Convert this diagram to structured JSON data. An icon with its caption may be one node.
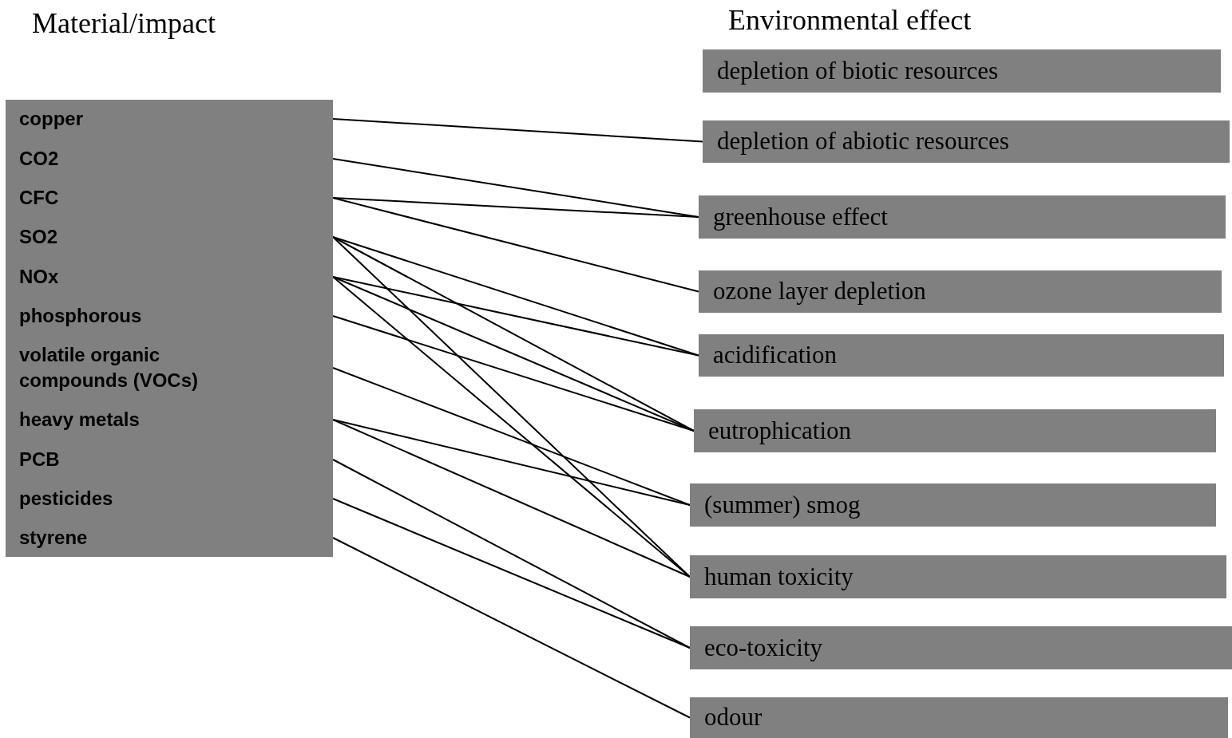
{
  "diagram": {
    "nodes": [
      {
        "text": [],
        "shape": "box"
      },
      {
        "text": [
          "copper"
        ],
        "in": 0
      },
      {
        "text": [
          "CO2"
        ],
        "in": 0
      },
      {
        "text": [
          "CFC"
        ],
        "in": 0
      },
      {
        "text": [
          "SO2"
        ],
        "in": 0
      },
      {
        "text": [
          "NOx"
        ],
        "in": 0
      },
      {
        "text": [
          "phosphorous"
        ],
        "in": 0
      },
      {
        "text": [
          "volatile organic compounds (VOCs)"
        ],
        "in": 0
      },
      {
        "text": [
          "heavy metals"
        ],
        "in": 0
      },
      {
        "text": [
          "PCB"
        ],
        "in": 0
      },
      {
        "text": [
          "pesticides"
        ],
        "in": 0
      },
      {
        "text": [
          "styrene"
        ],
        "in": 0
      },
      {
        "text": [
          "depletion of biotic resources"
        ]
      },
      {
        "text": [
          "depletion of abiotic resources"
        ]
      },
      {
        "text": [
          "greenhouse effect"
        ]
      },
      {
        "text": [
          "ozone layer depletion"
        ]
      },
      {
        "text": [
          "acidification"
        ]
      },
      {
        "text": [
          "eutrophication"
        ]
      },
      {
        "text": [
          "(summer) smog"
        ]
      },
      {
        "text": [
          "human toxicity"
        ]
      },
      {
        "text": [
          "eco-toxicity"
        ]
      },
      {
        "text": [
          "odour"
        ]
      }
    ],
    "edges": [
      {
        "from": 1,
        "to": 13,
        "arrow": "none"
      },
      {
        "from": 2,
        "to": 14,
        "arrow": "none"
      },
      {
        "from": 3,
        "to": 14,
        "arrow": "none"
      },
      {
        "from": 3,
        "to": 15,
        "arrow": "none"
      },
      {
        "from": 4,
        "to": 16,
        "arrow": "none"
      },
      {
        "from": 4,
        "to": 17,
        "arrow": "none"
      },
      {
        "from": 4,
        "to": 19,
        "arrow": "none"
      },
      {
        "from": 5,
        "to": 16,
        "arrow": "none"
      },
      {
        "from": 5,
        "to": 17,
        "arrow": "none"
      },
      {
        "from": 5,
        "to": 19,
        "arrow": "none"
      },
      {
        "from": 6,
        "to": 17,
        "arrow": "none"
      },
      {
        "from": 7,
        "to": 18,
        "arrow": "none"
      },
      {
        "from": 8,
        "to": 18,
        "arrow": "none"
      },
      {
        "from": 8,
        "to": 19,
        "arrow": "none"
      },
      {
        "from": 9,
        "to": 20,
        "arrow": "none"
      },
      {
        "from": 10,
        "to": 20,
        "arrow": "none"
      },
      {
        "from": 11,
        "to": 21,
        "arrow": "none"
      }
    ],
    "labels": [
      "Material/impact",
      "Environmental effect"
    ]
  }
}
